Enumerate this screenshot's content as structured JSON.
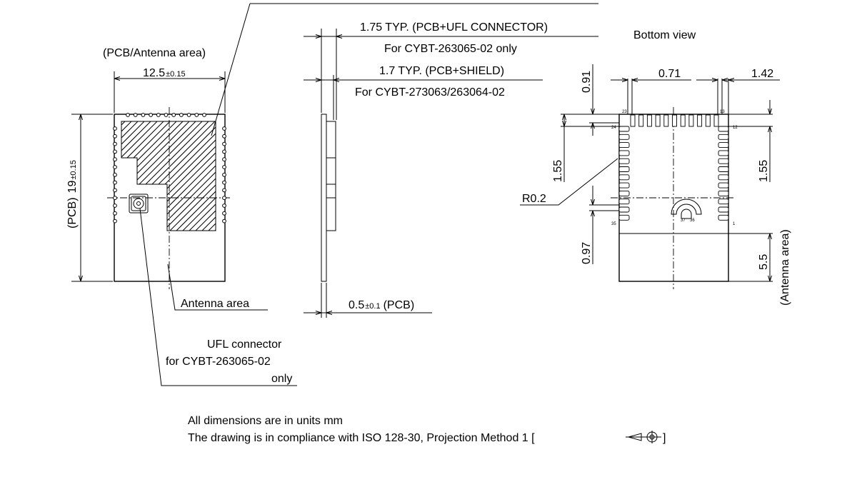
{
  "top_view": {
    "area_label": "(PCB/Antenna area)",
    "width_dim": "12.5",
    "width_tol": "±0.15",
    "height_dim_prefix": "(PCB)",
    "height_dim": "19",
    "height_tol": "±0.15",
    "antenna_callout": "Antenna area",
    "ufl_callout_line1": "UFL connector",
    "ufl_callout_line2": "for CYBT-263065-02",
    "ufl_callout_line3": "only"
  },
  "side_view": {
    "ufl_height_line1": "1.75 TYP. (PCB+UFL CONNECTOR)",
    "ufl_height_line2": "For CYBT-263065-02 only",
    "shield_height_line1": "1.7 TYP. (PCB+SHIELD)",
    "shield_height_line2": "For CYBT-273063/263064-02",
    "pcb_thickness": "0.5",
    "pcb_thickness_tol": "±0.1",
    "pcb_thickness_suffix": "(PCB)"
  },
  "bottom_view": {
    "title": "Bottom view",
    "dim_top_left": "0.91",
    "dim_top_mid": "0.71",
    "dim_top_right": "1.42",
    "dim_left_mid": "1.55",
    "dim_right_mid": "1.55",
    "radius_label": "R0.2",
    "dim_left_low": "0.97",
    "dim_right_low": "5.5",
    "right_label": "(Antenna area)",
    "pin_23": "23",
    "pin_13": "13",
    "pin_24": "24",
    "pin_12": "12",
    "pin_35": "35",
    "pin_1": "1",
    "pin_37": "37",
    "pin_36": "36"
  },
  "notes": {
    "line1": "All dimensions are in units mm",
    "line2": "The drawing is in compliance with ISO 128-30, Projection Method 1 [",
    "line2_end": "]"
  }
}
